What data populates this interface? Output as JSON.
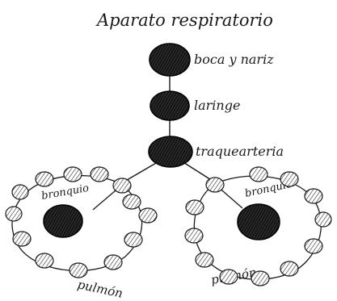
{
  "title": "Aparato respiratorio",
  "colors": {
    "ink": "#1a1a1a",
    "paper": "#ffffff",
    "hatch": "#3a3a3a"
  },
  "trunk_nodes": [
    {
      "id": "boca",
      "label": "boca y nariz"
    },
    {
      "id": "laringe",
      "label": "laringe"
    },
    {
      "id": "traquearteria",
      "label": "traquearteria"
    }
  ],
  "lungs": [
    {
      "id": "left",
      "bronchus_label": "bronquio",
      "lung_label": "pulmón",
      "alveoli_count": 13
    },
    {
      "id": "right",
      "bronchus_label": "bronquio",
      "lung_label": "pulmón",
      "alveoli_count": 12
    }
  ]
}
